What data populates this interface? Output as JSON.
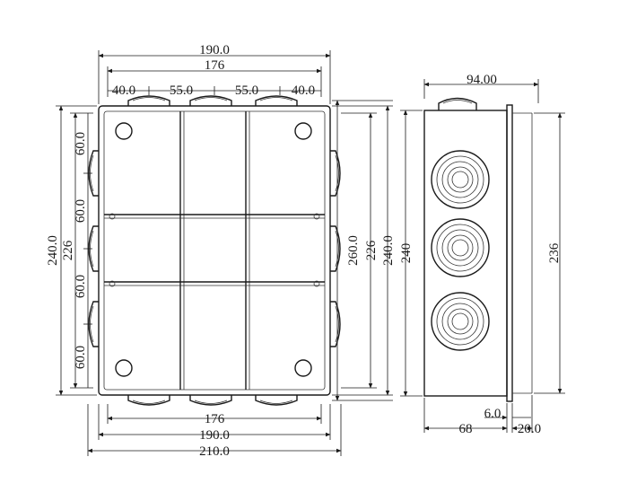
{
  "front_view": {
    "top_dims": [
      "190.0",
      "176",
      "40.0",
      "55.0",
      "55.0",
      "40.0"
    ],
    "left_dims": [
      "240.0",
      "226",
      "60.0",
      "60.0",
      "60.0",
      "60.0"
    ],
    "right_dims": [
      "260.0",
      "226",
      "240.0"
    ],
    "bottom_dims": [
      "176",
      "190.0",
      "210.0"
    ]
  },
  "side_view": {
    "top_dim": "94.00",
    "left_dim": "240",
    "right_dim": "236",
    "bottom_dims": [
      "6.0",
      "68",
      "20.0"
    ]
  },
  "colors": {
    "line": "#1a1a1a",
    "paper": "#ffffff"
  }
}
